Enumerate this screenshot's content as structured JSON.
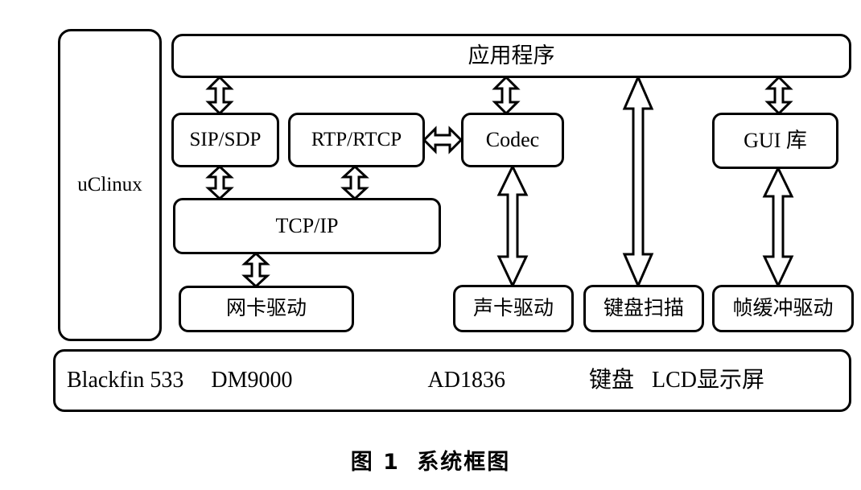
{
  "figure": {
    "caption_label": "图 1",
    "caption_title": "系统框图"
  },
  "nodes": {
    "uclinux": "uClinux",
    "application": "应用程序",
    "sip_sdp": "SIP/SDP",
    "rtp_rtcp": "RTP/RTCP",
    "codec": "Codec",
    "gui_lib": "GUI 库",
    "tcp_ip": "TCP/IP",
    "net_driver": "网卡驱动",
    "sound_driver": "声卡驱动",
    "keyboard_scan": "键盘扫描",
    "framebuffer_driver": "帧缓冲驱动"
  },
  "hardware": {
    "items": [
      "Blackfin 533",
      "DM9000",
      "AD1836",
      "键盘",
      "LCD显示屏"
    ]
  },
  "colors": {
    "stroke": "#000000",
    "fill": "#ffffff",
    "background": "#ffffff"
  },
  "connections": [
    {
      "from": "application",
      "to": "sip_sdp",
      "style": "double-headed-vertical"
    },
    {
      "from": "application",
      "to": "codec",
      "style": "double-headed-vertical"
    },
    {
      "from": "application",
      "to": "keyboard_scan",
      "style": "double-headed-vertical-long"
    },
    {
      "from": "application",
      "to": "gui_lib",
      "style": "double-headed-vertical"
    },
    {
      "from": "rtp_rtcp",
      "to": "codec",
      "style": "double-headed-horizontal"
    },
    {
      "from": "sip_sdp",
      "to": "tcp_ip",
      "style": "double-headed-vertical"
    },
    {
      "from": "rtp_rtcp",
      "to": "tcp_ip",
      "style": "double-headed-vertical"
    },
    {
      "from": "tcp_ip",
      "to": "net_driver",
      "style": "double-headed-vertical"
    },
    {
      "from": "codec",
      "to": "sound_driver",
      "style": "double-headed-vertical-long"
    },
    {
      "from": "gui_lib",
      "to": "framebuffer_driver",
      "style": "double-headed-vertical-long"
    }
  ]
}
